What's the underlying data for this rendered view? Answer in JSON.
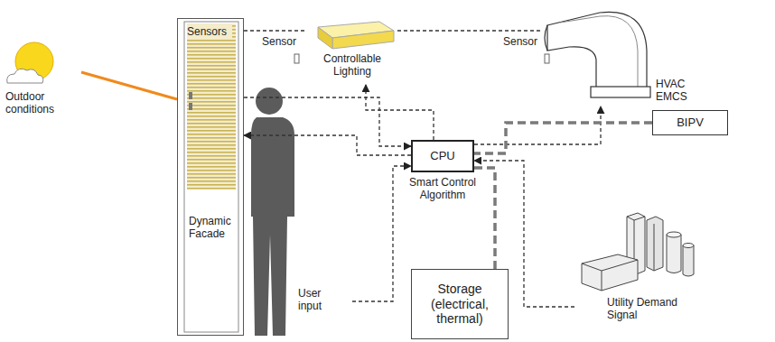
{
  "diagram": {
    "nodes": [
      {
        "text": [
          "Outdoor conditions"
        ]
      },
      {
        "text": [
          "Sensors",
          "Dynamic Facade"
        ]
      },
      {
        "text": [
          "Controllable Lighting"
        ]
      },
      {
        "text": [
          "HVAC EMCS"
        ]
      },
      {
        "text": [
          "BIPV"
        ]
      },
      {
        "text": [
          "CPU",
          "Smart Control Algorithm"
        ]
      },
      {
        "text": [
          "User input"
        ]
      },
      {
        "text": [
          "Storage (electrical, thermal)"
        ]
      },
      {
        "text": [
          "Utility Demand Signal"
        ]
      }
    ],
    "edges": [
      {
        "from": 0,
        "to": 1,
        "arrow": "none"
      },
      {
        "from": 1,
        "to": 2,
        "label": "Sensor",
        "arrow": "none"
      },
      {
        "from": 2,
        "to": 3,
        "label": "Sensor",
        "arrow": "none"
      },
      {
        "from": 1,
        "to": 5,
        "arrow": "to"
      },
      {
        "from": 5,
        "to": 1,
        "arrow": "to"
      },
      {
        "from": 5,
        "to": 2,
        "arrow": "to"
      },
      {
        "from": 5,
        "to": 3,
        "arrow": "to"
      },
      {
        "from": 4,
        "to": 5,
        "arrow": "none"
      },
      {
        "from": 6,
        "to": 5,
        "arrow": "to"
      },
      {
        "from": 7,
        "to": 5,
        "arrow": "none"
      },
      {
        "from": 8,
        "to": 5,
        "arrow": "to"
      }
    ]
  }
}
